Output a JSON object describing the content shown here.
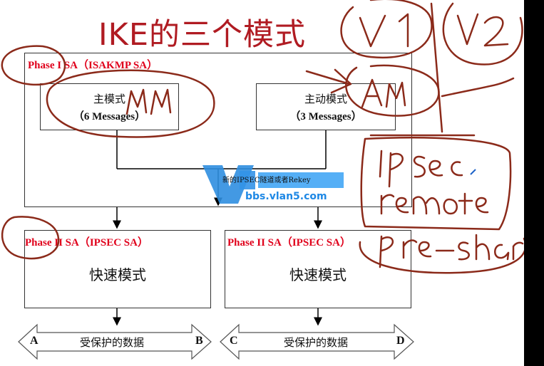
{
  "title": "IKE的三个模式",
  "phase1": {
    "label": "Phase I  SA（ISAKMP SA）",
    "main_mode": {
      "name": "主模式",
      "messages": "（6 Messages）"
    },
    "aggressive_mode": {
      "name": "主动模式",
      "messages": "（3 Messages）"
    },
    "new_tunnel_note": "新的IPSEC隧道或者Rekey"
  },
  "phase2_left": {
    "label": "Phase II  SA（IPSEC SA）",
    "mode": "快速模式"
  },
  "phase2_right": {
    "label": "Phase II SA（IPSEC SA）",
    "mode": "快速模式"
  },
  "flows": [
    {
      "left_end": "A",
      "text": "受保护的数据",
      "right_end": "B"
    },
    {
      "left_end": "C",
      "text": "受保护的数据",
      "right_end": "D"
    }
  ],
  "watermark": {
    "site": "bbs.vlan5.com"
  },
  "colors": {
    "title": "#b01b22",
    "phase_label": "#e0001b",
    "annotation": "#8b2a1a",
    "watermark": "#1e88e5"
  }
}
